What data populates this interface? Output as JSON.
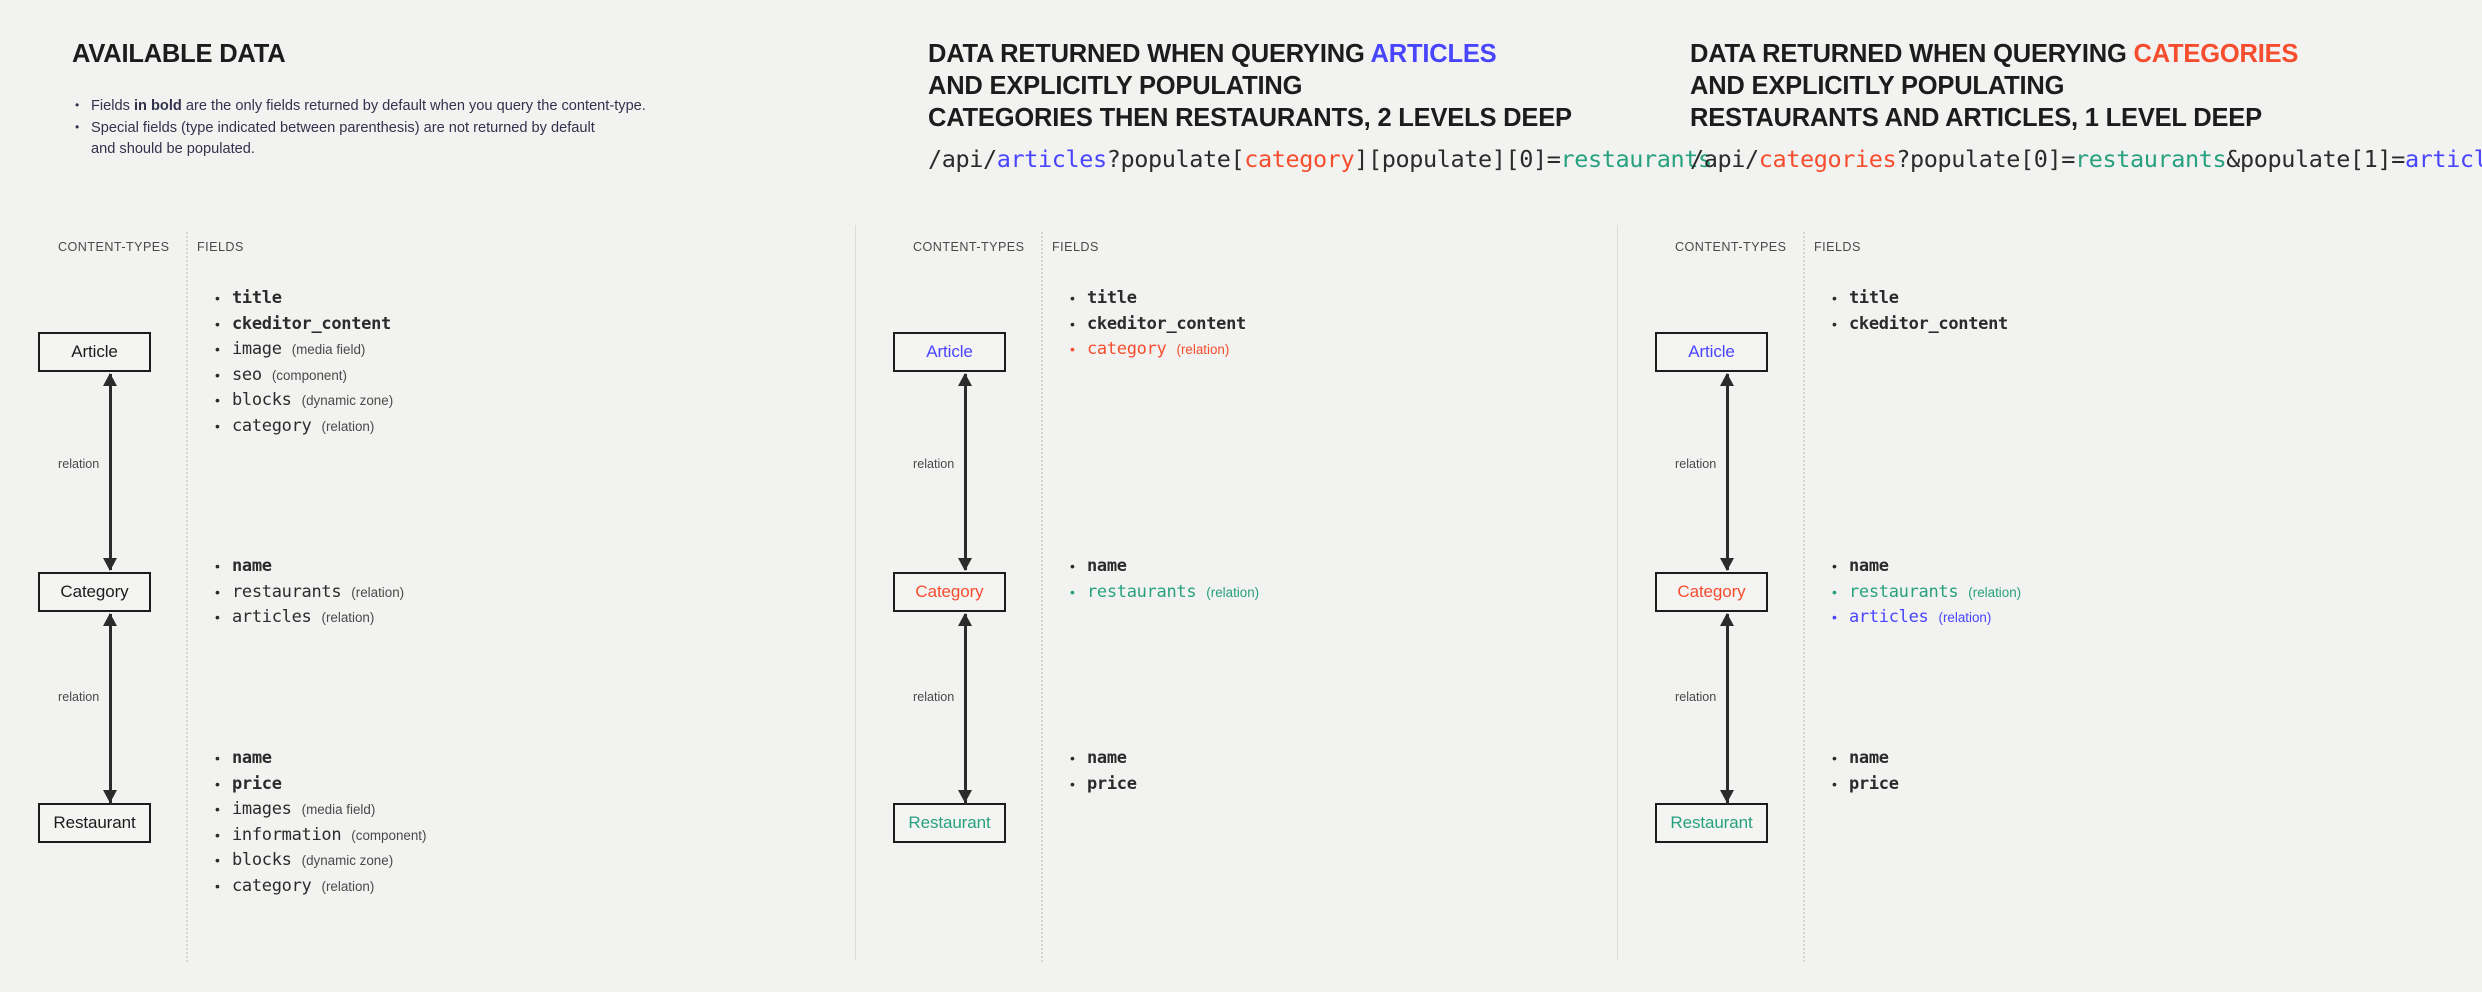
{
  "colors": {
    "background": "#f2f2f1",
    "text": "#1c1c1c",
    "blue": "#4945ff",
    "red": "#f64d2e",
    "green": "#27a17f",
    "muted": "#4a4a4a"
  },
  "common": {
    "content_types_label": "CONTENT-TYPES",
    "fields_label": "FIELDS",
    "relation_label": "relation",
    "type_media": "(media field)",
    "type_component": "(component)",
    "type_dynamic_zone": "(dynamic zone)",
    "type_relation": "(relation)"
  },
  "panels": [
    {
      "id": "available-data",
      "title_parts": [
        {
          "text": "AVAILABLE DATA",
          "color": "default"
        }
      ],
      "notes": [
        {
          "pre": "Fields ",
          "bold": "in bold",
          "post": " are the only fields returned by default when you query the content-type."
        },
        {
          "pre": "Special fields (type indicated between parenthesis) are not returned by default",
          "bold": "",
          "post": ""
        },
        {
          "pre": "and should be populated.",
          "bold": "",
          "post": "",
          "continuation": true
        }
      ],
      "endpoint": null,
      "boxes": [
        {
          "name": "Article",
          "color": "default"
        },
        {
          "name": "Category",
          "color": "default"
        },
        {
          "name": "Restaurant",
          "color": "default"
        }
      ],
      "field_groups": [
        {
          "for": "Article",
          "fields": [
            {
              "name": "title",
              "bold": true,
              "type": "",
              "color": "default"
            },
            {
              "name": "ckeditor_content",
              "bold": true,
              "type": "",
              "color": "default"
            },
            {
              "name": "image",
              "bold": false,
              "type": "(media field)",
              "color": "default"
            },
            {
              "name": "seo",
              "bold": false,
              "type": "(component)",
              "color": "default"
            },
            {
              "name": "blocks",
              "bold": false,
              "type": "(dynamic zone)",
              "color": "default"
            },
            {
              "name": "category",
              "bold": false,
              "type": "(relation)",
              "color": "default"
            }
          ]
        },
        {
          "for": "Category",
          "fields": [
            {
              "name": "name",
              "bold": true,
              "type": "",
              "color": "default"
            },
            {
              "name": "restaurants",
              "bold": false,
              "type": "(relation)",
              "color": "default"
            },
            {
              "name": "articles",
              "bold": false,
              "type": "(relation)",
              "color": "default"
            }
          ]
        },
        {
          "for": "Restaurant",
          "fields": [
            {
              "name": "name",
              "bold": true,
              "type": "",
              "color": "default"
            },
            {
              "name": "price",
              "bold": true,
              "type": "",
              "color": "default"
            },
            {
              "name": "images",
              "bold": false,
              "type": "(media field)",
              "color": "default"
            },
            {
              "name": "information",
              "bold": false,
              "type": "(component)",
              "color": "default"
            },
            {
              "name": "blocks",
              "bold": false,
              "type": "(dynamic zone)",
              "color": "default"
            },
            {
              "name": "category",
              "bold": false,
              "type": "(relation)",
              "color": "default"
            }
          ]
        }
      ]
    },
    {
      "id": "query-articles",
      "title_line1_pre": "DATA RETURNED WHEN QUERYING ",
      "title_line1_accent": "ARTICLES",
      "title_line2": "AND EXPLICITLY POPULATING",
      "title_line3": "CATEGORIES THEN RESTAURANTS, 2 LEVELS DEEP",
      "endpoint_tokens": [
        {
          "t": "/api/",
          "c": "default"
        },
        {
          "t": "articles",
          "c": "blue"
        },
        {
          "t": "?populate[",
          "c": "default"
        },
        {
          "t": "category",
          "c": "red"
        },
        {
          "t": "][populate][0]=",
          "c": "default"
        },
        {
          "t": "restaurants",
          "c": "green"
        }
      ],
      "boxes": [
        {
          "name": "Article",
          "color": "blue"
        },
        {
          "name": "Category",
          "color": "red"
        },
        {
          "name": "Restaurant",
          "color": "green"
        }
      ],
      "field_groups": [
        {
          "for": "Article",
          "fields": [
            {
              "name": "title",
              "bold": true,
              "type": "",
              "color": "default"
            },
            {
              "name": "ckeditor_content",
              "bold": true,
              "type": "",
              "color": "default"
            },
            {
              "name": "category",
              "bold": false,
              "type": "(relation)",
              "color": "red"
            }
          ]
        },
        {
          "for": "Category",
          "fields": [
            {
              "name": "name",
              "bold": true,
              "type": "",
              "color": "default"
            },
            {
              "name": "restaurants",
              "bold": false,
              "type": "(relation)",
              "color": "green"
            }
          ]
        },
        {
          "for": "Restaurant",
          "fields": [
            {
              "name": "name",
              "bold": true,
              "type": "",
              "color": "default"
            },
            {
              "name": "price",
              "bold": true,
              "type": "",
              "color": "default"
            }
          ]
        }
      ]
    },
    {
      "id": "query-categories",
      "title_line1_pre": "DATA RETURNED WHEN QUERYING ",
      "title_line1_accent": "CATEGORIES",
      "title_line2": "AND EXPLICITLY POPULATING",
      "title_line3": "RESTAURANTS AND ARTICLES, 1 LEVEL DEEP",
      "endpoint_tokens": [
        {
          "t": "/api/",
          "c": "default"
        },
        {
          "t": "categories",
          "c": "red"
        },
        {
          "t": "?populate[0]=",
          "c": "default"
        },
        {
          "t": "restaurants",
          "c": "green"
        },
        {
          "t": "&populate[1]=",
          "c": "default"
        },
        {
          "t": "articles",
          "c": "blue"
        }
      ],
      "boxes": [
        {
          "name": "Article",
          "color": "blue"
        },
        {
          "name": "Category",
          "color": "red"
        },
        {
          "name": "Restaurant",
          "color": "green"
        }
      ],
      "field_groups": [
        {
          "for": "Article",
          "fields": [
            {
              "name": "title",
              "bold": true,
              "type": "",
              "color": "default"
            },
            {
              "name": "ckeditor_content",
              "bold": true,
              "type": "",
              "color": "default"
            }
          ]
        },
        {
          "for": "Category",
          "fields": [
            {
              "name": "name",
              "bold": true,
              "type": "",
              "color": "default"
            },
            {
              "name": "restaurants",
              "bold": false,
              "type": "(relation)",
              "color": "green"
            },
            {
              "name": "articles",
              "bold": false,
              "type": "(relation)",
              "color": "blue"
            }
          ]
        },
        {
          "for": "Restaurant",
          "fields": [
            {
              "name": "name",
              "bold": true,
              "type": "",
              "color": "default"
            },
            {
              "name": "price",
              "bold": true,
              "type": "",
              "color": "default"
            }
          ]
        }
      ]
    }
  ]
}
